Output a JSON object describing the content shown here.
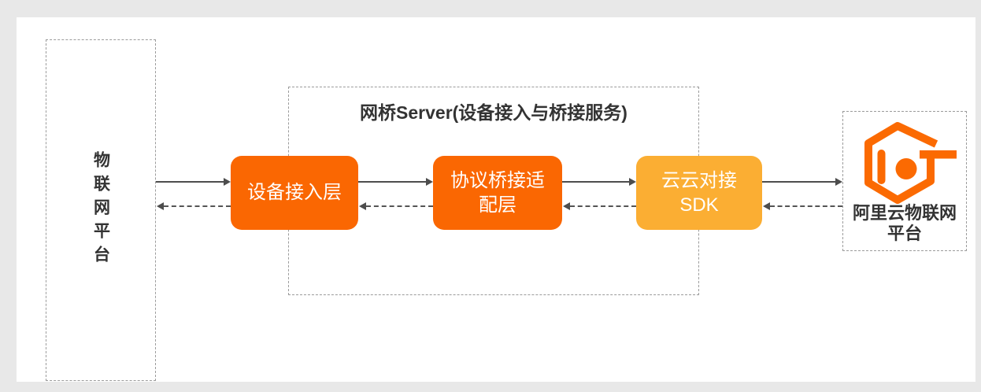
{
  "colors": {
    "node_orange": "#FA6702",
    "node_amber": "#FBAE33",
    "logo_orange": "#FB6A02",
    "dashed_border_gray": "#9B9B9B",
    "arrow_gray": "#4D4D4D",
    "text_dark": "#333333",
    "page_background": "#E8E8E8"
  },
  "left_platform": {
    "label": "物联网平台"
  },
  "bridge_server": {
    "title": "网桥Server(设备接入与桥接服务)",
    "nodes": [
      {
        "label": "设备接入层"
      },
      {
        "label": "协议桥接适\n配层"
      },
      {
        "label": "云云对接\nSDK"
      }
    ]
  },
  "right_platform": {
    "label": "阿里云物联网\n平台",
    "logo_icon": "aliyun-iot-logo"
  }
}
